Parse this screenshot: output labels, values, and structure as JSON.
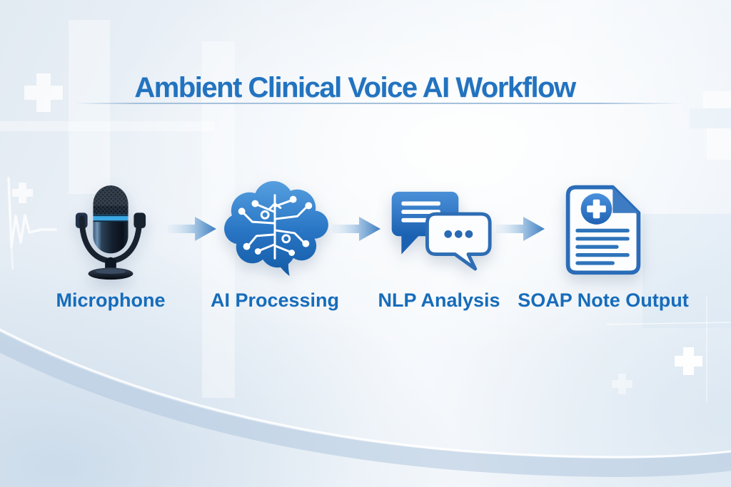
{
  "title": "Ambient Clinical Voice AI Workflow",
  "workflow": {
    "steps": [
      {
        "label": "Microphone",
        "icon": "microphone-icon"
      },
      {
        "label": "AI Processing",
        "icon": "brain-circuit-icon"
      },
      {
        "label": "NLP Analysis",
        "icon": "chat-bubbles-icon"
      },
      {
        "label": "SOAP Note Output",
        "icon": "medical-document-icon"
      }
    ],
    "connector": {
      "icon": "arrow-right-icon",
      "direction": "right",
      "count": 3
    }
  },
  "colors": {
    "title_text": "#2273c0",
    "label_text": "#176cba",
    "icon_blue": "#2a72c0",
    "icon_blue_dark": "#1b61b2",
    "accent_cyan": "#3aa9e6",
    "mic_body_dark": "#141f2e",
    "background_light": "#f6f9fc",
    "background_shade": "#dde8f2"
  },
  "decorations": [
    "medical-cross",
    "ekg-heartbeat-line",
    "swoosh-curve",
    "title-underline"
  ]
}
